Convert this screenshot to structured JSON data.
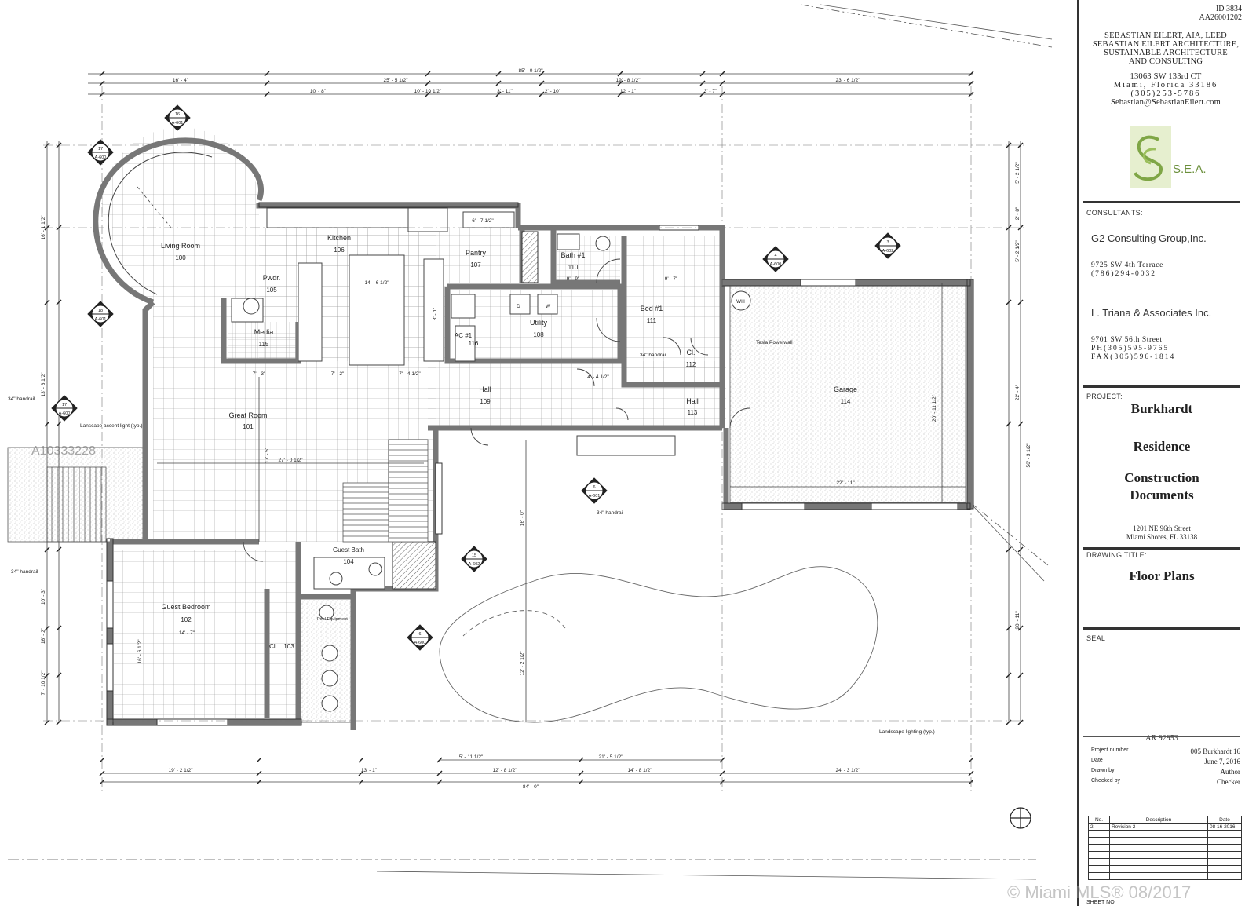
{
  "title_block": {
    "id_top": "ID 3834",
    "license": "AA26001202",
    "firm_lines": [
      "SEBASTIAN EILERT, AIA, LEED",
      "SEBASTIAN EILERT ARCHITECTURE,",
      "SUSTAINABLE ARCHITECTURE",
      "AND CONSULTING"
    ],
    "firm_address": [
      "13063 SW 133rd CT",
      "Miami, Florida 33186",
      "(305)253-5786",
      "Sebastian@SebastianEilert.com"
    ],
    "logo_text": "S.E.A.",
    "consultants_label": "CONSULTANTS:",
    "consultants": [
      {
        "name": "G2 Consulting Group,Inc.",
        "address": [
          "9725 SW 4th Terrace",
          "(786)294-0032"
        ]
      },
      {
        "name": "L. Triana & Associates Inc.",
        "address": [
          "9701 SW 56th Street",
          "PH(305)595-9765",
          "FAX(305)596-1814"
        ]
      }
    ],
    "project_label": "PROJECT:",
    "project_lines": [
      "Burkhardt",
      "Residence",
      "Construction",
      "Documents"
    ],
    "project_address": [
      "1201 NE 96th Street",
      "Miami Shores, FL 33138"
    ],
    "drawing_title_label": "DRAWING TITLE:",
    "drawing_title": "Floor Plans",
    "seal_label": "SEAL",
    "ar_number": "AR 92953",
    "meta": [
      {
        "k": "Project number",
        "v": "005 Burkhardt 16"
      },
      {
        "k": "Date",
        "v": "June 7, 2016"
      },
      {
        "k": "Drawn by",
        "v": "Author"
      },
      {
        "k": "Checked by",
        "v": "Checker"
      }
    ],
    "revision_headers": [
      "No.",
      "Description",
      "Date"
    ],
    "revision_rows": [
      [
        "2",
        "Revision 2",
        "08 16 2016"
      ]
    ],
    "sheet_label": "SHEET NO."
  },
  "watermark": "© Miami MLS® 08/2017",
  "mls_id": "A10333228",
  "rooms": [
    {
      "name": "Living Room",
      "num": "100"
    },
    {
      "name": "Great Room",
      "num": "101"
    },
    {
      "name": "Guest Bedroom",
      "num": "102"
    },
    {
      "name": "Kitchen",
      "num": "106"
    },
    {
      "name": "Pantry",
      "num": "107"
    },
    {
      "name": "Utility",
      "num": "108"
    },
    {
      "name": "Hall",
      "num": "109"
    },
    {
      "name": "Bath #1",
      "num": "110"
    },
    {
      "name": "Bed #1",
      "num": "111"
    },
    {
      "name": "Cl.",
      "num": "112"
    },
    {
      "name": "Hall",
      "num": "113"
    },
    {
      "name": "Garage",
      "num": "114"
    },
    {
      "name": "Media",
      "num": "115"
    },
    {
      "name": "Pwdr.",
      "num": "105"
    },
    {
      "name": "AC #1",
      "num": "116"
    },
    {
      "name": "Guest Bath",
      "num": "104"
    },
    {
      "name": "Cl.",
      "num": "103"
    }
  ],
  "dimensions": {
    "overall_top": "85' - 0 1/2\"",
    "top_row1": [
      "16' - 4\"",
      "25' - 5 1/2\"",
      "19' - 8 1/2\"",
      "23' - 6 1/2\""
    ],
    "top_row2": [
      "10' - 8\"",
      "10' - 10 1/2\"",
      "3' - 11\"",
      "2' - 10\"",
      "12' - 1\"",
      "3' - 7\""
    ],
    "overall_bottom": "84' - 0\"",
    "bottom_row": [
      "19' - 2 1/2\"",
      "13' - 1\"",
      "12' - 8 1/2\"",
      "14' - 8 1/2\"",
      "24' - 3 1/2\""
    ],
    "bottom_row2": [
      "5' - 11 1/2\"",
      "21' - 5 1/2\""
    ],
    "left": [
      "16' - 1 1/2\"",
      "13' - 6 1/2\"",
      "10' - 3\"",
      "16' - 2\"",
      "7' - 10 1/2\""
    ],
    "right": [
      "5' - 2 1/2\"",
      "2' - 8\"",
      "5' - 2 1/2\"",
      "22' - 4\"",
      "56' - 3 1/2\"",
      "20' - 11\""
    ],
    "interior": [
      "14' - 6 1/2\"",
      "7' - 3\"",
      "7' - 2\"",
      "7' - 4 1/2\"",
      "27' - 0 1/2\"",
      "17' - 5\"",
      "22' - 11\"",
      "20' - 11 1/2\"",
      "16' - 0\"",
      "12' - 2 1/2\"",
      "14' - 7\"",
      "16' - 6 1/2\"",
      "9' - 9\"",
      "9' - 7\"",
      "6' - 7 1/2\"",
      "3' - 1\"",
      "4' - 4 1/2\""
    ]
  },
  "notes": [
    "34\" handrail",
    "34\" handrail",
    "34\" handrail",
    "34\" handrail",
    "Lanscape accent light (typ.)",
    "Landscape lighting (typ.)",
    "Tesla Powerwall",
    "Pool Equipment",
    "WH",
    "D",
    "W"
  ],
  "callouts": [
    {
      "num": "16",
      "sheet": "A-601"
    },
    {
      "num": "17",
      "sheet": "A-600"
    },
    {
      "num": "18",
      "sheet": "A-601"
    },
    {
      "num": "17",
      "sheet": "A-600"
    },
    {
      "num": "4",
      "sheet": "A-600"
    },
    {
      "num": "3",
      "sheet": "A-602"
    },
    {
      "num": "6",
      "sheet": "A-601"
    },
    {
      "num": "15",
      "sheet": "A-602"
    },
    {
      "num": "6",
      "sheet": "A-600"
    }
  ]
}
